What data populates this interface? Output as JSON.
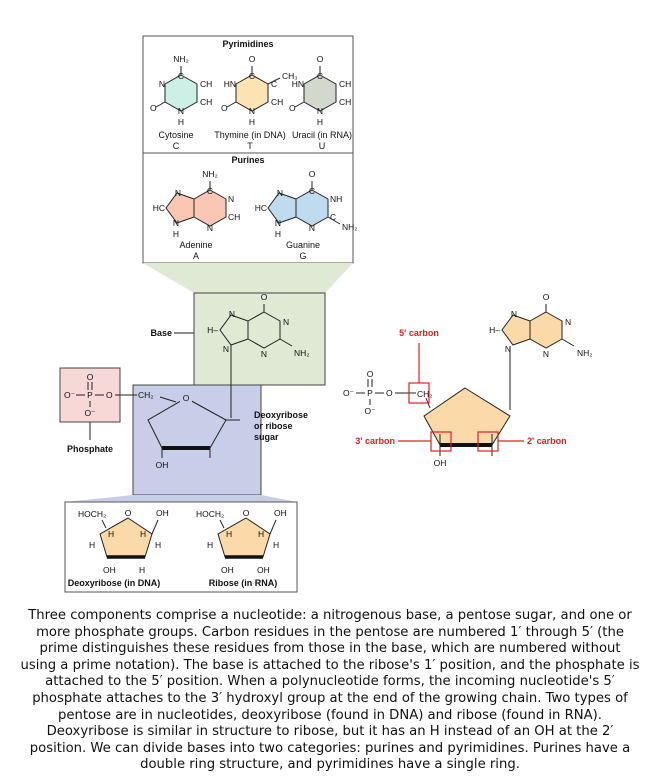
{
  "pyrimidines": {
    "title": "Pyrimidines",
    "cytosine": {
      "name": "Cytosine",
      "code": "C",
      "top": "NH₂"
    },
    "thymine": {
      "name": "Thymine (in DNA)",
      "code": "T",
      "top": "O",
      "methyl": "CH₃"
    },
    "uracil": {
      "name": "Uracil (in RNA)",
      "code": "U",
      "top": "O"
    }
  },
  "purines": {
    "title": "Purines",
    "adenine": {
      "name": "Adenine",
      "code": "A",
      "top": "NH₂"
    },
    "guanine": {
      "name": "Guanine",
      "code": "G",
      "top": "O",
      "amine": "NH₂"
    }
  },
  "atoms": {
    "N": "N",
    "H": "H",
    "O": "O",
    "C": "C",
    "CH": "CH",
    "HC": "HC",
    "HN": "HN",
    "NH": "NH",
    "H_dash": "H–",
    "OH": "OH"
  },
  "nucleotide": {
    "base_label": "Base",
    "phosphate_label": "Phosphate",
    "sugar_label_lines": [
      "Deoxyribose",
      "or ribose",
      "sugar"
    ],
    "ch2": "CH₂",
    "o_minus": "O⁻",
    "p": "P",
    "amine": "NH₂"
  },
  "sugars": {
    "deoxyribose": {
      "name": "Deoxyribose (in DNA)",
      "hoch2": "HOCH₂"
    },
    "ribose": {
      "name": "Ribose (in RNA)",
      "hoch2": "HOCH₂"
    }
  },
  "carbon_labels": {
    "c5": "5' carbon",
    "c3": "3' carbon",
    "c2": "2' carbon"
  },
  "colors": {
    "pyrimidine_c": "#cdf0e6",
    "pyrimidine_t": "#fbe3b3",
    "pyrimidine_u": "#d3d8cf",
    "purine_a": "#f9c7b3",
    "purine_g": "#bfdcef",
    "base_box": "#dfe9d3",
    "phosphate_box": "#f8d7d7",
    "sugar_box": "#c8cde8",
    "sugar_ring": "#fbd9a8",
    "carbon_red": "#e02020"
  },
  "caption": "Three components comprise a nucleotide: a nitrogenous base, a pentose sugar, and one or more phosphate groups. Carbon residues in the pentose are numbered 1′ through 5′ (the prime distinguishes these residues from those in the base, which are numbered without using a prime notation). The base is attached to the ribose's 1′ position, and the phosphate is attached to the 5′ position. When a polynucleotide forms, the incoming nucleotide's 5′ phosphate attaches to the 3′ hydroxyl group at the end of the growing chain. Two types of pentose are in nucleotides, deoxyribose (found in DNA) and ribose (found in RNA). Deoxyribose is similar in structure to ribose, but it has an H instead of an OH at the 2′ position. We can divide bases into two categories: purines and pyrimidines. Purines have a double ring structure, and pyrimidines have a single ring."
}
